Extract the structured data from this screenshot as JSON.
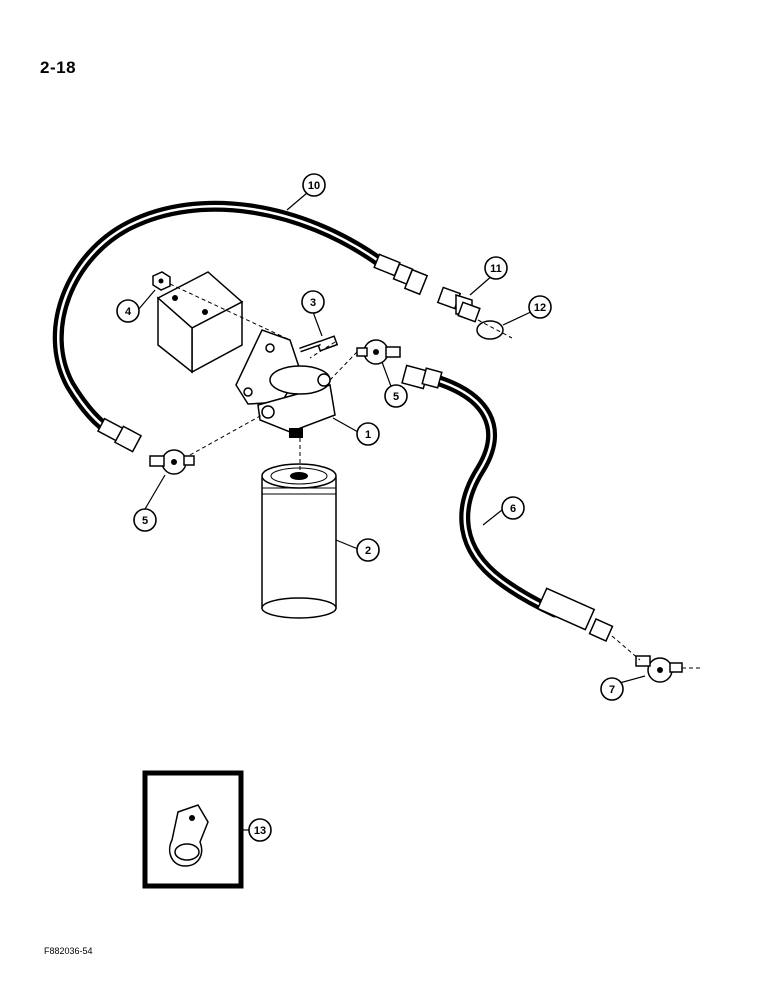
{
  "page": {
    "number": "2-18",
    "figure_code": "F882036-54"
  },
  "callouts": [
    {
      "id": "c1",
      "label": "1",
      "part": "filter-head"
    },
    {
      "id": "c2",
      "label": "2",
      "part": "filter-element"
    },
    {
      "id": "c3",
      "label": "3",
      "part": "bolt"
    },
    {
      "id": "c4",
      "label": "4",
      "part": "nut"
    },
    {
      "id": "c5a",
      "label": "5",
      "part": "elbow-fitting-right"
    },
    {
      "id": "c5b",
      "label": "5",
      "part": "elbow-fitting-left"
    },
    {
      "id": "c6",
      "label": "6",
      "part": "hose-lower"
    },
    {
      "id": "c7",
      "label": "7",
      "part": "elbow-fitting-end"
    },
    {
      "id": "c10",
      "label": "10",
      "part": "hose-upper"
    },
    {
      "id": "c11",
      "label": "11",
      "part": "adapter"
    },
    {
      "id": "c12",
      "label": "12",
      "part": "o-ring"
    },
    {
      "id": "c13",
      "label": "13",
      "part": "hose-clamp"
    }
  ]
}
